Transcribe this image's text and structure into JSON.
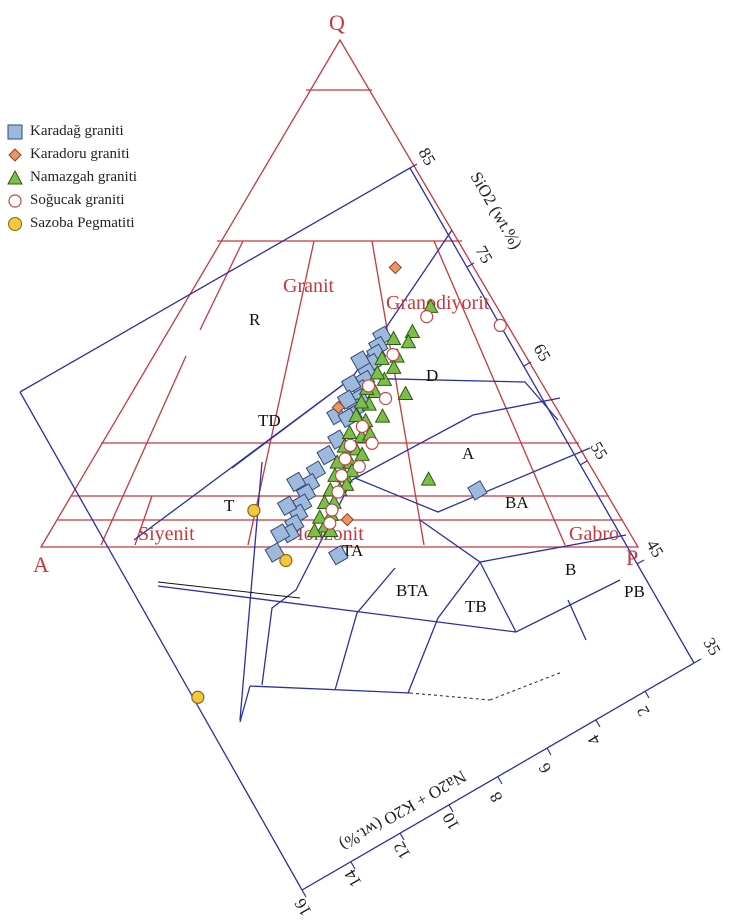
{
  "chart_data": {
    "type": "scatter",
    "apices": {
      "top": "Q",
      "left": "A",
      "right": "P"
    },
    "field_labels": [
      "Granit",
      "Granodiyorit",
      "Siyenit",
      "Monzonit",
      "Gabro"
    ],
    "tas_labels": [
      "R",
      "D",
      "TD",
      "A",
      "T",
      "BA",
      "TA",
      "B",
      "BTA",
      "TB",
      "PB"
    ],
    "silica_axis": {
      "label": "SiO2 (wt.%)",
      "ticks": [
        "85",
        "75",
        "65",
        "55",
        "45",
        "35"
      ]
    },
    "alkali_axis": {
      "label": "Na2O + K2O (wt.%)",
      "ticks": [
        "2",
        "4",
        "6",
        "8",
        "10",
        "12",
        "14",
        "16"
      ]
    },
    "legend_position": "top-left",
    "series": [
      {
        "name": "Karadağ graniti",
        "marker": "square",
        "color": "#9fb9dc",
        "stroke": "#2f4a78",
        "points": [
          [
            73.5,
            3.8
          ],
          [
            72.9,
            4.1
          ],
          [
            72.4,
            4.3
          ],
          [
            71.9,
            4.6
          ],
          [
            71.4,
            4.9
          ],
          [
            70.9,
            5.1
          ],
          [
            70.4,
            5.4
          ],
          [
            69.8,
            5.6
          ],
          [
            69.2,
            5.9
          ],
          [
            68.8,
            6.1
          ],
          [
            72.6,
            4.9
          ],
          [
            71.2,
            5.6
          ],
          [
            70.2,
            6.0
          ],
          [
            69.5,
            6.6
          ],
          [
            68.8,
            6.3
          ],
          [
            67.6,
            7.0
          ],
          [
            66.9,
            7.6
          ],
          [
            66.2,
            8.2
          ],
          [
            65.5,
            8.6
          ],
          [
            64.9,
            8.9
          ],
          [
            64.3,
            9.2
          ],
          [
            63.7,
            9.5
          ],
          [
            63.1,
            9.8
          ],
          [
            62.6,
            10.1
          ],
          [
            66.2,
            9.0
          ],
          [
            64.8,
            9.7
          ],
          [
            63.0,
            10.4
          ],
          [
            61.8,
            10.9
          ],
          [
            58.8,
            9.0
          ],
          [
            57.6,
            3.6
          ]
        ]
      },
      {
        "name": "Karadoru graniti",
        "marker": "diamond",
        "color": "#e8956a",
        "stroke": "#8a4420",
        "points": [
          [
            78.1,
            2.2
          ],
          [
            70.0,
            6.4
          ],
          [
            61.1,
            8.1
          ]
        ]
      },
      {
        "name": "Namazgah graniti",
        "marker": "triangle",
        "color": "#7bbf4a",
        "stroke": "#2d5a12",
        "points": [
          [
            73.6,
            1.8
          ],
          [
            72.5,
            2.8
          ],
          [
            71.9,
            3.1
          ],
          [
            71.3,
            3.7
          ],
          [
            70.6,
            4.0
          ],
          [
            70.1,
            4.5
          ],
          [
            69.6,
            5.0
          ],
          [
            68.9,
            5.4
          ],
          [
            67.8,
            5.8
          ],
          [
            66.8,
            6.2
          ],
          [
            66.1,
            6.6
          ],
          [
            65.3,
            7.0
          ],
          [
            64.5,
            7.4
          ],
          [
            63.7,
            7.8
          ],
          [
            63.0,
            8.2
          ],
          [
            62.2,
            8.5
          ],
          [
            61.6,
            8.9
          ],
          [
            61.0,
            8.8
          ],
          [
            72.8,
            3.5
          ],
          [
            71.8,
            4.2
          ],
          [
            70.9,
            4.6
          ],
          [
            70.2,
            5.2
          ],
          [
            69.4,
            5.6
          ],
          [
            68.6,
            6.0
          ],
          [
            67.6,
            6.5
          ],
          [
            66.8,
            6.9
          ],
          [
            65.9,
            7.4
          ],
          [
            65.0,
            7.7
          ],
          [
            64.1,
            8.1
          ],
          [
            63.4,
            8.5
          ],
          [
            62.5,
            8.9
          ],
          [
            61.7,
            9.3
          ],
          [
            68.1,
            4.1
          ],
          [
            67.4,
            5.2
          ],
          [
            66.6,
            5.9
          ],
          [
            65.4,
            6.5
          ],
          [
            64.6,
            7.1
          ],
          [
            63.8,
            7.5
          ],
          [
            60.6,
            4.9
          ]
        ]
      },
      {
        "name": "Soğucak graniti",
        "marker": "circle",
        "color": "#ffffff",
        "stroke": "#c8454a",
        "points": [
          [
            73.0,
            2.1
          ],
          [
            69.1,
            0.0
          ],
          [
            71.6,
            3.8
          ],
          [
            70.3,
            5.1
          ],
          [
            68.6,
            4.8
          ],
          [
            67.5,
            6.0
          ],
          [
            66.6,
            6.7
          ],
          [
            65.8,
            7.1
          ],
          [
            64.7,
            7.5
          ],
          [
            63.6,
            7.9
          ],
          [
            62.5,
            8.4
          ],
          [
            61.6,
            8.7
          ],
          [
            65.8,
            6.0
          ],
          [
            64.6,
            6.8
          ]
        ]
      },
      {
        "name": "Sazoba Pegmatiti",
        "marker": "circle",
        "color": "#f4c83e",
        "stroke": "#8a6a10",
        "points": [
          [
            65.9,
            10.8
          ],
          [
            60.7,
            10.7
          ],
          [
            54.2,
            15.8
          ]
        ]
      }
    ]
  }
}
